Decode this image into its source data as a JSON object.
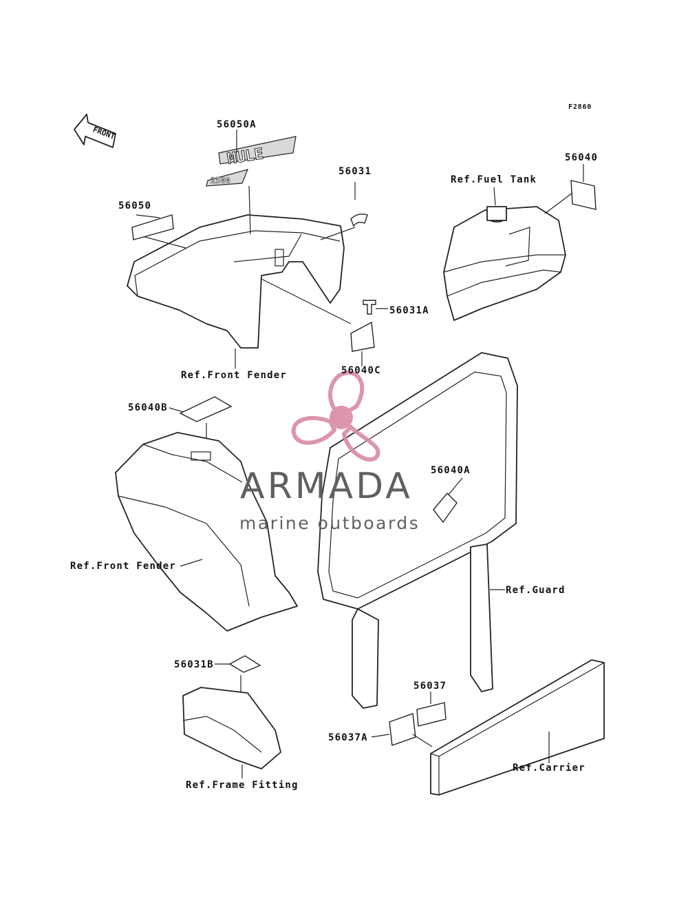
{
  "figure_code": "F2860",
  "front_arrow_label": "FRONT",
  "sticker_text": "MULE",
  "decal_text": "2500",
  "watermark": {
    "brand": "ARMADA",
    "tagline": "marine outboards",
    "logo_color": "#d98aa6",
    "text_color": "#606060"
  },
  "labels": {
    "p56050A": "56050A",
    "p56031": "56031",
    "p56040": "56040",
    "ref_fuel_tank": "Ref.Fuel Tank",
    "p56050": "56050",
    "p56031A": "56031A",
    "p56040C": "56040C",
    "ref_front_fender_top": "Ref.Front Fender",
    "p56040B": "56040B",
    "p56040A": "56040A",
    "ref_front_fender_mid": "Ref.Front Fender",
    "ref_guard": "Ref.Guard",
    "p56031B": "56031B",
    "p56037": "56037",
    "p56037A": "56037A",
    "ref_carrier": "Ref.Carrier",
    "ref_frame_fitting": "Ref.Frame Fitting"
  }
}
